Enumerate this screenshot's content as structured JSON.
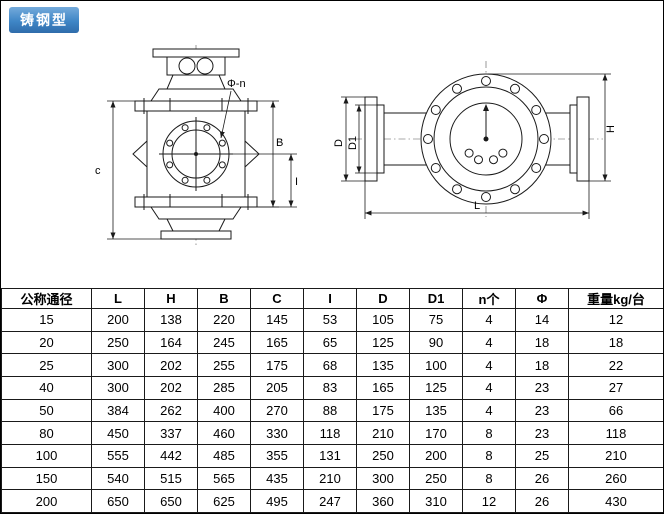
{
  "page": {
    "type_label": "铸钢型"
  },
  "colors": {
    "accent_blue": "#3f86c6"
  },
  "drawings": {
    "front_view": {
      "labels": {
        "phi_n": "Φ-n",
        "c": "c",
        "b": "B",
        "i": "I"
      }
    },
    "side_view": {
      "labels": {
        "d": "D",
        "d1": "D1",
        "l": "L",
        "h": "H"
      }
    }
  },
  "table": {
    "headers": [
      "公称通径",
      "L",
      "H",
      "B",
      "C",
      "I",
      "D",
      "D1",
      "n个",
      "Φ",
      "重量kg/台"
    ],
    "rows": [
      [
        "15",
        "200",
        "138",
        "220",
        "145",
        "53",
        "105",
        "75",
        "4",
        "14",
        "12"
      ],
      [
        "20",
        "250",
        "164",
        "245",
        "165",
        "65",
        "125",
        "90",
        "4",
        "18",
        "18"
      ],
      [
        "25",
        "300",
        "202",
        "255",
        "175",
        "68",
        "135",
        "100",
        "4",
        "18",
        "22"
      ],
      [
        "40",
        "300",
        "202",
        "285",
        "205",
        "83",
        "165",
        "125",
        "4",
        "23",
        "27"
      ],
      [
        "50",
        "384",
        "262",
        "400",
        "270",
        "88",
        "175",
        "135",
        "4",
        "23",
        "66"
      ],
      [
        "80",
        "450",
        "337",
        "460",
        "330",
        "118",
        "210",
        "170",
        "8",
        "23",
        "118"
      ],
      [
        "100",
        "555",
        "442",
        "485",
        "355",
        "131",
        "250",
        "200",
        "8",
        "25",
        "210"
      ],
      [
        "150",
        "540",
        "515",
        "565",
        "435",
        "210",
        "300",
        "250",
        "8",
        "26",
        "260"
      ],
      [
        "200",
        "650",
        "650",
        "625",
        "495",
        "247",
        "360",
        "310",
        "12",
        "26",
        "430"
      ]
    ]
  }
}
